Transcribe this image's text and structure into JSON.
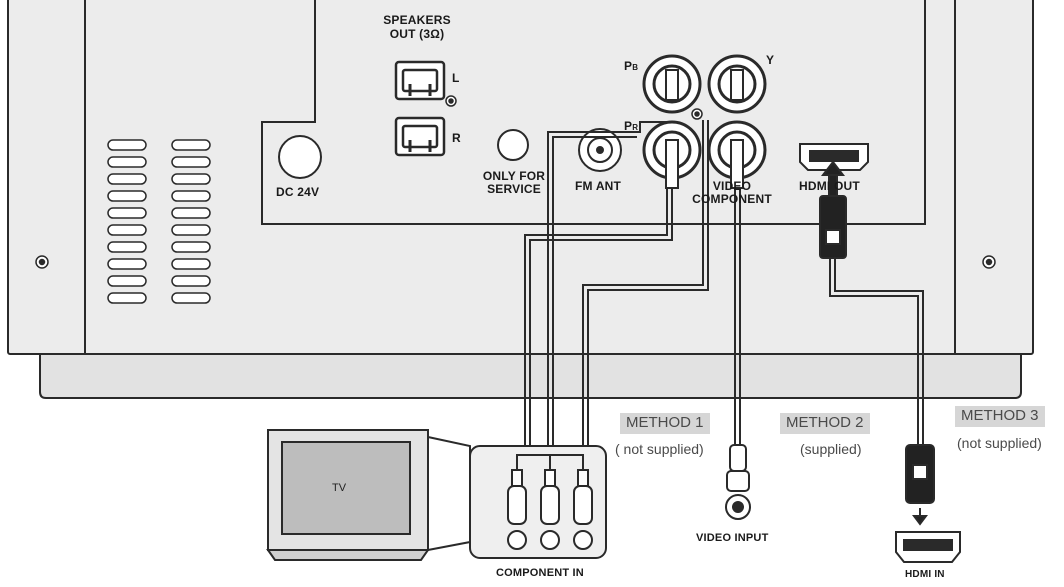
{
  "panel": {
    "speakers_label_line1": "SPEAKERS",
    "speakers_label_line2": "OUT (3Ω)",
    "speaker_left": "L",
    "speaker_right": "R",
    "dc_label": "DC 24V",
    "service_label_line1": "ONLY FOR",
    "service_label_line2": "SERVICE",
    "fm_label": "FM ANT",
    "jack_pb": "P",
    "jack_pb_sub": "B",
    "jack_pr": "P",
    "jack_pr_sub": "R",
    "jack_y": "Y",
    "video_label": "VIDEO",
    "component_label": "COMPONENT",
    "hdmi_out_label": "HDMI OUT"
  },
  "tv": {
    "label": "TV",
    "component_in": "COMPONENT IN"
  },
  "methods": [
    {
      "title": "METHOD 1",
      "subtitle": "( not supplied)"
    },
    {
      "title": "METHOD 2",
      "subtitle": "(supplied)"
    },
    {
      "title": "METHOD 3",
      "subtitle": "(not supplied)"
    }
  ],
  "inputs": {
    "video_input": "VIDEO INPUT",
    "hdmi_in": "HDMI IN"
  },
  "colors": {
    "panel_fill": "#ececec",
    "outline": "#2a2a2a",
    "method_bg": "#d6d6d6"
  }
}
